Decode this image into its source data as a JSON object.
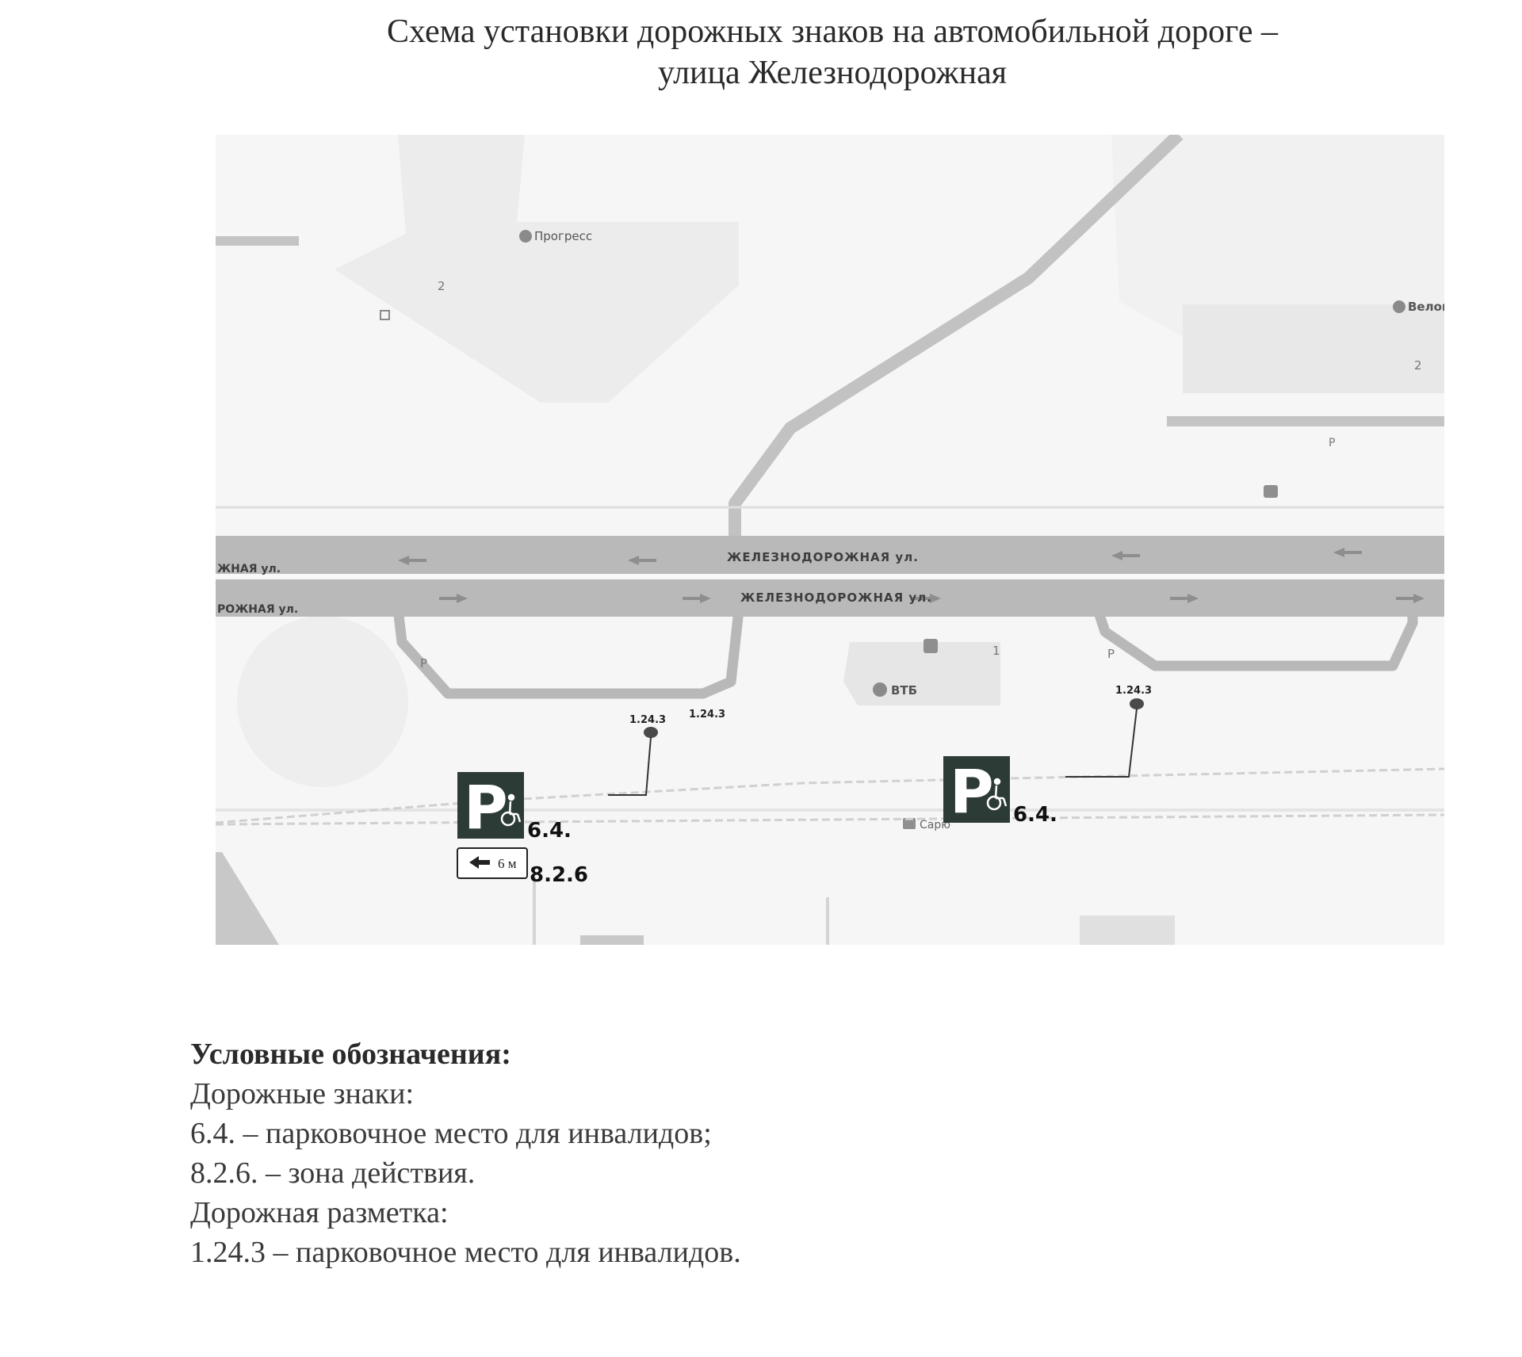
{
  "header": {
    "title_line1": "Схема установки дорожных знаков на автомобильной дороге –",
    "title_line2": "улица Железнодорожная"
  },
  "map": {
    "street_top_lane": "ЖЕЛЕЗНОДОРОЖНАЯ ул.",
    "street_bottom_lane": "ЖЕЛЕЗНОДОРОЖНАЯ ул.",
    "street_left_top": "ЖНАЯ ул.",
    "street_left_bottom": "РОЖНАЯ ул.",
    "poi_progress": "Прогресс",
    "poi_velo": "Велоц",
    "poi_vtb": "ВТБ",
    "poi_cafe": "Сарю",
    "house_2_left": "2",
    "house_2_right": "2",
    "house_1": "1",
    "parking_p_left": "P",
    "parking_p_right": "P",
    "parking_p_top": "P"
  },
  "signs": {
    "parking_letter": "P",
    "sign_64_left_code": "6.4.",
    "sign_64_right_code": "6.4.",
    "sign_826_code": "8.2.6",
    "sign_826_plate": "6 м",
    "marking_left_a": "1.24.3",
    "marking_left_b": "1.24.3",
    "marking_right": "1.24.3"
  },
  "legend": {
    "heading": "Условные обозначения:",
    "signs_heading": "Дорожные знаки:",
    "item_64": "6.4. – парковочное место для инвалидов;",
    "item_826": "8.2.6. – зона действия.",
    "marking_heading": "Дорожная разметка:",
    "item_1243": "1.24.3 – парковочное место для инвалидов."
  },
  "colors": {
    "road": "#b9b9b9",
    "building": "#ececec",
    "sign_bg": "#2d3b37"
  }
}
